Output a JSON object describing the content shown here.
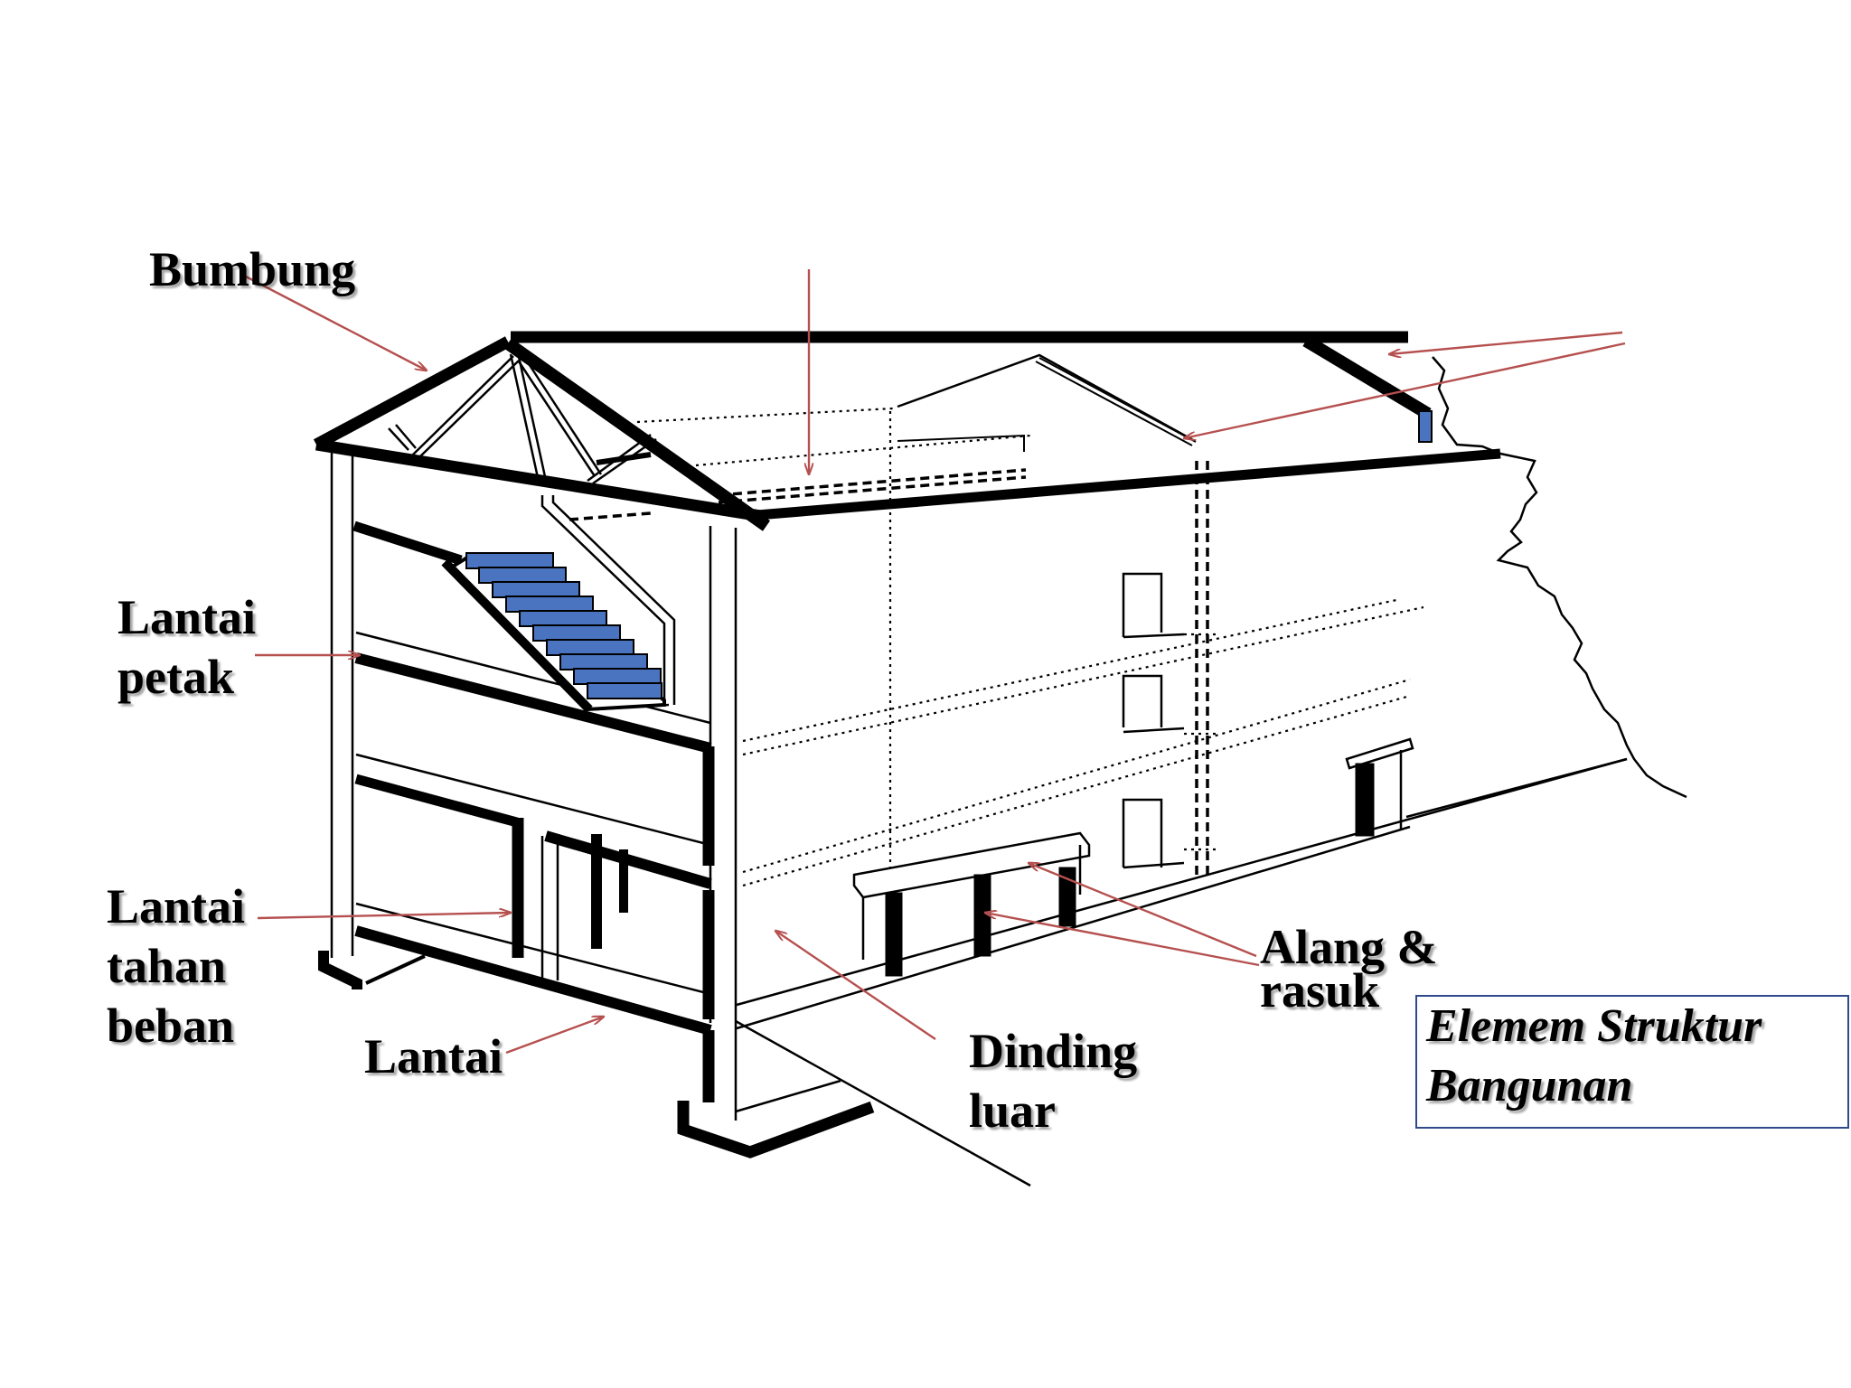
{
  "labels": {
    "bumbung": "Bumbung",
    "lantai_petak": [
      "Lantai",
      "petak"
    ],
    "lantai_tahan_beban": [
      "Lantai",
      "tahan",
      "beban"
    ],
    "lantai": "Lantai",
    "dinding_luar": [
      "Dinding",
      "luar"
    ],
    "alang_rasuk": [
      "Alang &",
      "rasuk"
    ]
  },
  "caption": [
    "Elemem Struktur",
    "Bangunan"
  ],
  "colors": {
    "arrow": "#b5504f",
    "stair_fill": "#4a74c0",
    "caption_border": "#2f4a8a",
    "structure": "#000000"
  }
}
